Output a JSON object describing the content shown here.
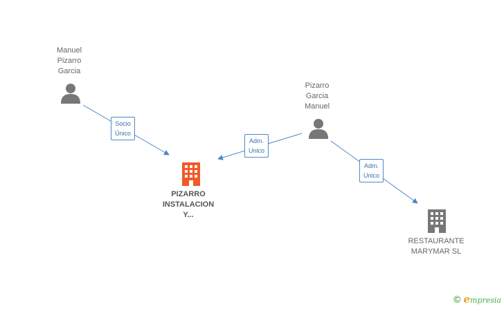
{
  "nodes": {
    "person1": {
      "label": "Manuel\nPizarro\nGarcia"
    },
    "person2": {
      "label": "Pizarro\nGarcia\nManuel"
    },
    "company1": {
      "label": "PIZARRO\nINSTALACION\nY..."
    },
    "company2": {
      "label": "RESTAURANTE\nMARYMAR SL"
    }
  },
  "edges": {
    "e1": {
      "label": "Socio\nÚnico"
    },
    "e2": {
      "label": "Adm.\nUnico"
    },
    "e3": {
      "label": "Adm.\nUnico"
    }
  },
  "footer": {
    "copyright": "©",
    "brand_initial": "e",
    "brand_rest": "mpresia"
  },
  "colors": {
    "person": "#777777",
    "company_main": "#f05a28",
    "company_other": "#777777",
    "edge": "#4a88c8"
  }
}
